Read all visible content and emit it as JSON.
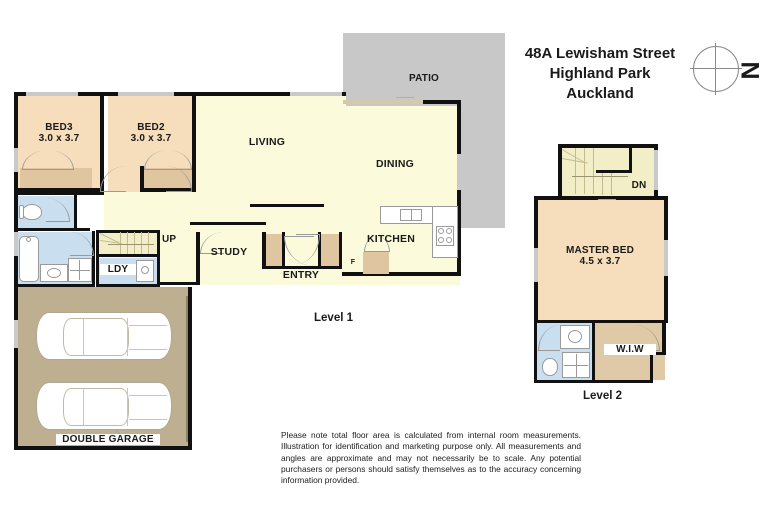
{
  "document": {
    "type": "real-estate-floor-plan",
    "address_lines": [
      "48A Lewisham Street",
      "Highland Park",
      "Auckland"
    ],
    "north_marker": "N"
  },
  "levels": [
    {
      "name": "Level 1"
    },
    {
      "name": "Level 2"
    }
  ],
  "level1": {
    "title": "Level 1",
    "rooms": [
      {
        "name": "BED3",
        "dims": "3.0 x 3.7"
      },
      {
        "name": "BED2",
        "dims": "3.0 x 3.7"
      },
      {
        "name": "LIVING",
        "dims": ""
      },
      {
        "name": "DINING",
        "dims": ""
      },
      {
        "name": "KITCHEN",
        "dims": ""
      },
      {
        "name": "STUDY",
        "dims": ""
      },
      {
        "name": "ENTRY",
        "dims": ""
      },
      {
        "name": "LDY",
        "dims": ""
      },
      {
        "name": "PATIO",
        "dims": ""
      },
      {
        "name": "DOUBLE GARAGE",
        "dims": ""
      }
    ],
    "labels": {
      "bed3": "BED3",
      "bed3_dims": "3.0 x 3.7",
      "bed2": "BED2",
      "bed2_dims": "3.0 x 3.7",
      "living": "LIVING",
      "dining": "DINING",
      "kitchen": "KITCHEN",
      "study": "STUDY",
      "entry": "ENTRY",
      "ldy": "LDY",
      "patio": "PATIO",
      "garage": "DOUBLE GARAGE",
      "stair_up": "UP",
      "fridge": "F"
    }
  },
  "level2": {
    "title": "Level 2",
    "rooms": [
      {
        "name": "MASTER BED",
        "dims": "4.5 x 3.7"
      },
      {
        "name": "W.I.W",
        "dims": ""
      }
    ],
    "labels": {
      "master": "MASTER BED",
      "master_dims": "4.5 x 3.7",
      "wiw": "W.I.W",
      "stair_dn": "DN"
    }
  },
  "disclaimer": "Please note total floor area is calculated from internal room measurements.  Illustration for identification and marketing purpose only.    All measurements and angles are approximate and may not necessarily be to scale.   Any potential purchasers or persons should satisfy themselves as to the accuracy concerning information provided.",
  "colors": {
    "bedroom_fill": "#f6ddbb",
    "living_fill": "#fbfbdc",
    "wet_area_fill": "#c9dff0",
    "garage_fill": "#bdaf90",
    "patio_fill": "#c8c8c8",
    "wardrobe_fill": "#dfc9a6",
    "wall": "#111111",
    "window": "#c9c9c9",
    "background": "#ffffff"
  }
}
